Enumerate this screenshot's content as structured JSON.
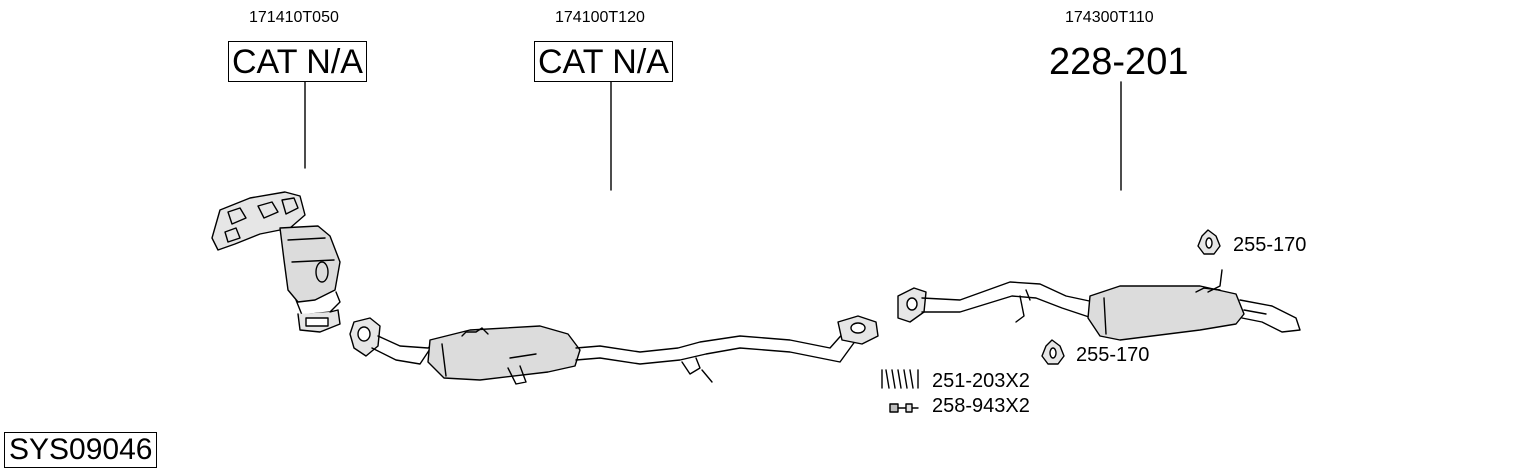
{
  "oe_numbers": [
    "171410T050",
    "174100T120",
    "174300T110"
  ],
  "part_codes": [
    "CAT N/A",
    "CAT N/A",
    "228-201"
  ],
  "accessories": {
    "hanger_rear": "255-170",
    "hanger_mid": "255-170",
    "spring": "251-203X2",
    "bolt": "258-943X2"
  },
  "system_code": "SYS09046"
}
